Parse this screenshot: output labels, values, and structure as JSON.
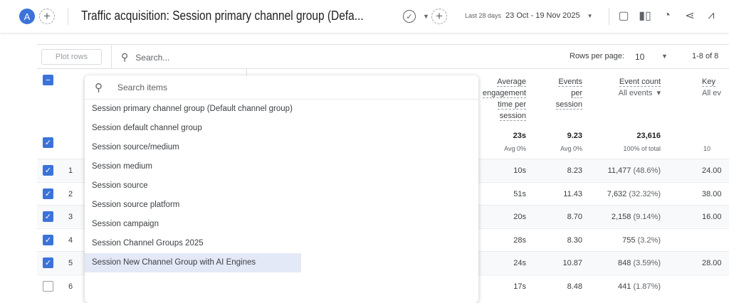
{
  "header": {
    "avatar_letter": "A",
    "title": "Traffic acquisition: Session primary channel group (Defa...",
    "date_label": "Last 28 days",
    "date_range": "23 Oct - 19 Nov 2025",
    "icons": [
      "add-comparison-icon",
      "check-circle-icon",
      "add-icon",
      "note-icon",
      "compare-icon",
      "insights-icon",
      "share-icon",
      "sparkline-icon"
    ]
  },
  "toolbar": {
    "plot_rows": "Plot rows",
    "search_placeholder": "Search...",
    "rows_per_page_label": "Rows per page:",
    "rows_per_page": "10",
    "pagination": "1-8 of 8"
  },
  "columns": [
    {
      "label": [
        "Average",
        "engagement",
        "time per",
        "session"
      ],
      "total": "23s",
      "total_sub": "Avg 0%"
    },
    {
      "label": [
        "Events",
        "per",
        "session"
      ],
      "total": "9.23",
      "total_sub": "Avg 0%"
    },
    {
      "label": [
        "Event count"
      ],
      "selector": "All events",
      "total": "23,616",
      "total_sub": "100% of total"
    },
    {
      "label": [
        "Key"
      ],
      "selector": "All ev",
      "total": "",
      "total_sub": "10"
    }
  ],
  "rows": [
    {
      "n": "1",
      "checked": true,
      "aet": "10s",
      "eps": "8.23",
      "ec": "11,477",
      "ecp": "(48.6%)",
      "key": "24.00"
    },
    {
      "n": "2",
      "checked": true,
      "aet": "51s",
      "eps": "11.43",
      "ec": "7,632",
      "ecp": "(32.32%)",
      "key": "38.00"
    },
    {
      "n": "3",
      "checked": true,
      "aet": "20s",
      "eps": "8.70",
      "ec": "2,158",
      "ecp": "(9.14%)",
      "key": "16.00"
    },
    {
      "n": "4",
      "checked": true,
      "aet": "28s",
      "eps": "8.30",
      "ec": "755",
      "ecp": "(3.2%)",
      "key": ""
    },
    {
      "n": "5",
      "checked": true,
      "aet": "24s",
      "eps": "10.87",
      "ec": "848",
      "ecp": "(3.59%)",
      "key": "28.00"
    },
    {
      "n": "6",
      "checked": false,
      "aet": "17s",
      "eps": "8.48",
      "ec": "441",
      "ecp": "(1.87%)",
      "key": ""
    }
  ],
  "dropdown": {
    "search_placeholder": "Search items",
    "highlighted_index": 8,
    "items": [
      "Session primary channel group (Default channel group)",
      "Session default channel group",
      "Session source/medium",
      "Session medium",
      "Session source",
      "Session source platform",
      "Session campaign",
      "Session Channel Groups 2025",
      "Session New Channel Group with AI Engines"
    ]
  },
  "colors": {
    "accent": "#3b73d9",
    "highlight": "#e3e9f6"
  }
}
